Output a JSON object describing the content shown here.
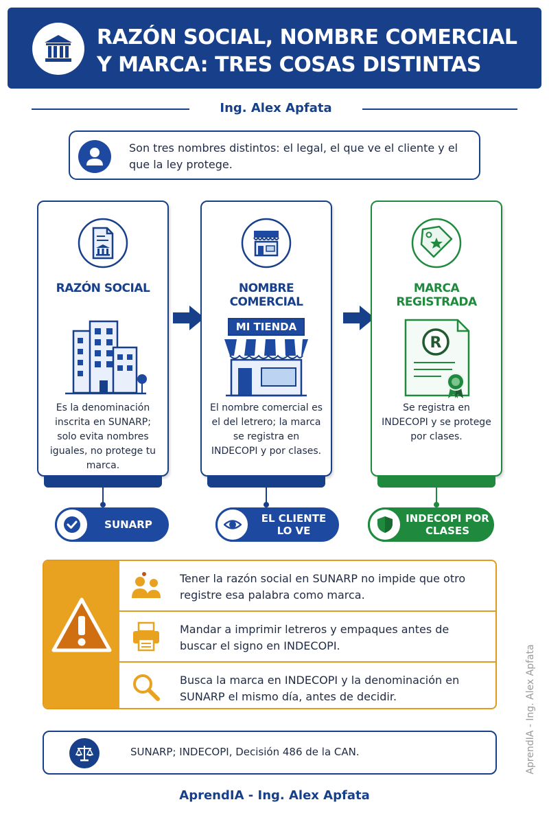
{
  "header": {
    "title": "RAZÓN SOCIAL, NOMBRE COMERCIAL Y MARCA: TRES COSAS DISTINTAS",
    "icon": "bank-building-icon"
  },
  "author": "Ing. Alex Apfata",
  "intro": {
    "icon": "user-icon",
    "text": "Son tres nombres distintos: el legal, el que ve el cliente y el que la ley protege."
  },
  "cards": [
    {
      "title": "RAZÓN SOCIAL",
      "icon": "document-building-icon",
      "illustration": "office-buildings-icon",
      "description": "Es la denominación inscrita en SUNARP; solo evita nombres iguales, no protege tu marca.",
      "pill_label": "SUNARP",
      "pill_icon": "checkmark-icon",
      "color": "#173f8a"
    },
    {
      "title": "NOMBRE COMERCIAL",
      "icon": "storefront-icon",
      "illustration": "shop-sign-icon",
      "sign_text": "MI TIENDA",
      "description": "El nombre comercial es el del letrero; la marca se registra en INDECOPI y por clases.",
      "pill_label": "EL CLIENTE LO VE",
      "pill_icon": "eye-icon",
      "color": "#173f8a"
    },
    {
      "title": "MARCA REGISTRADA",
      "icon": "price-tag-star-icon",
      "illustration": "registered-certificate-icon",
      "description": "Se registra en INDECOPI y se protege por clases.",
      "pill_label": "INDECOPI POR CLASES",
      "pill_icon": "shield-icon",
      "color": "#1f8a3e"
    }
  ],
  "warnings": {
    "icon": "warning-triangle-icon",
    "items": [
      {
        "icon": "people-conflict-icon",
        "text": "Tener la razón social en SUNARP no impide que otro registre esa palabra como marca."
      },
      {
        "icon": "printer-icon",
        "text": "Mandar a imprimir letreros y empaques antes de buscar el signo en INDECOPI."
      },
      {
        "icon": "magnifier-icon",
        "text": "Busca la marca en INDECOPI y la denominación en SUNARP el mismo día, antes de decidir."
      }
    ]
  },
  "sources": {
    "icon": "scales-of-justice-icon",
    "text": "SUNARP; INDECOPI, Decisión 486 de la CAN."
  },
  "footer": "AprendIA - Ing. Alex Apfata",
  "watermark": "AprendIA - Ing. Alex Apfata",
  "colors": {
    "primary": "#173f8a",
    "green": "#1f8a3e",
    "orange": "#e8a21f"
  }
}
